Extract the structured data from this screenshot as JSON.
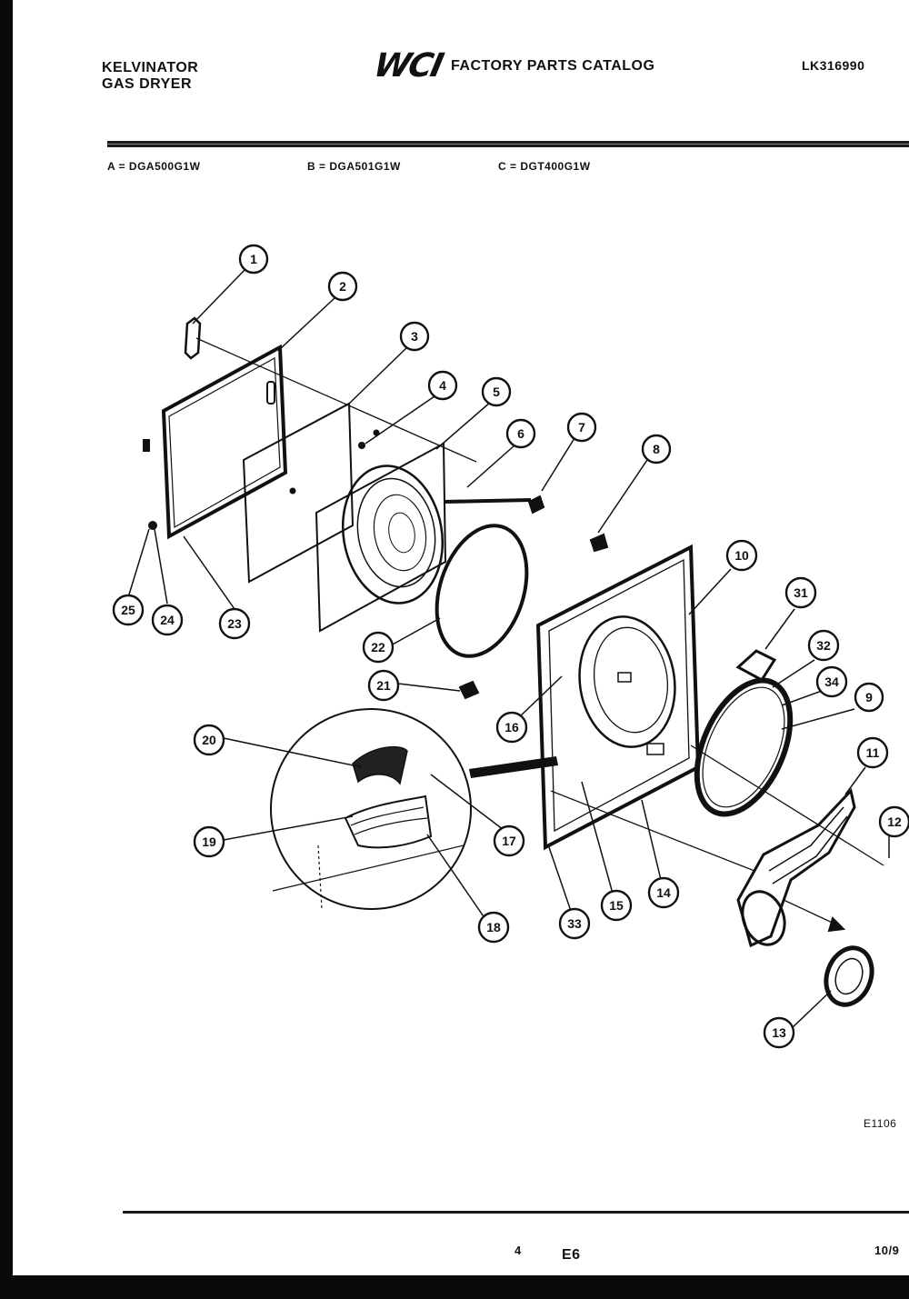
{
  "header": {
    "brand_line1": "KELVINATOR",
    "brand_line2": "GAS DRYER",
    "logo": "WCI",
    "catalog_title": "FACTORY PARTS CATALOG",
    "publication_no": "LK316990"
  },
  "models": [
    {
      "text": "A = DGA500G1W"
    },
    {
      "text": "B = DGA501G1W"
    },
    {
      "text": "C = DGT400G1W"
    }
  ],
  "diagram": {
    "figure_code": "E1106",
    "callouts": [
      "1",
      "2",
      "3",
      "4",
      "5",
      "6",
      "7",
      "8",
      "10",
      "31",
      "32",
      "34",
      "9",
      "11",
      "12",
      "13",
      "14",
      "15",
      "33",
      "16",
      "17",
      "18",
      "19",
      "20",
      "21",
      "22",
      "23",
      "24",
      "25"
    ]
  },
  "footer": {
    "page_number": "4",
    "section": "E6",
    "date": "10/9"
  },
  "colors": {
    "ink": "#111111",
    "frame": "#0a0a0a",
    "paper": "#ffffff"
  }
}
